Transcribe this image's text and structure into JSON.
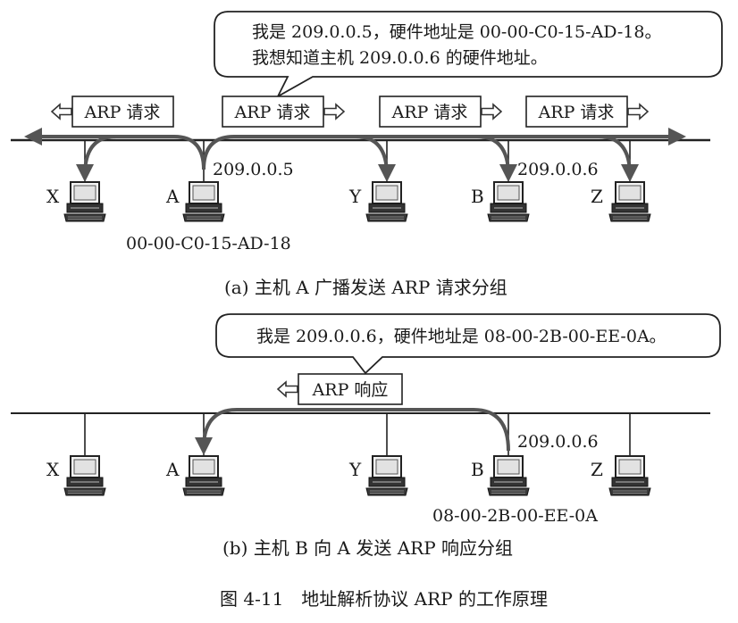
{
  "panel_a": {
    "bubble_line1": "我是 209.0.0.5，硬件地址是 00-00-C0-15-AD-18。",
    "bubble_line2": "我想知道主机 209.0.0.6 的硬件地址。",
    "packets": [
      "ARP 请求",
      "ARP 请求",
      "ARP 请求",
      "ARP 请求"
    ],
    "hosts": [
      "X",
      "A",
      "Y",
      "B",
      "Z"
    ],
    "a_ip": "209.0.0.5",
    "b_ip": "209.0.0.6",
    "a_mac": "00-00-C0-15-AD-18",
    "caption": "(a) 主机 A 广播发送 ARP 请求分组"
  },
  "panel_b": {
    "bubble_line1": "我是 209.0.0.6，硬件地址是 08-00-2B-00-EE-0A。",
    "packet": "ARP 响应",
    "hosts": [
      "X",
      "A",
      "Y",
      "B",
      "Z"
    ],
    "b_ip": "209.0.0.6",
    "b_mac": "08-00-2B-00-EE-0A",
    "caption": "(b) 主机 B 向 A 发送 ARP 响应分组"
  },
  "figure_caption": "图 4-11　地址解析协议 ARP 的工作原理",
  "colors": {
    "ink": "#1a1a1a",
    "arrow": "#555555",
    "screen": "#e6e6e6"
  }
}
